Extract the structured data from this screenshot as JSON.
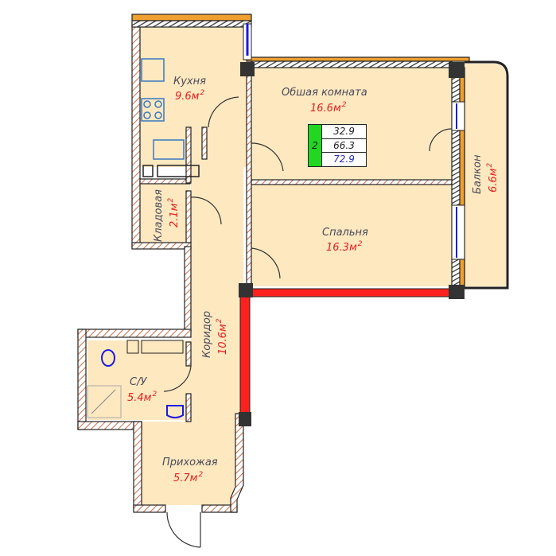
{
  "colors": {
    "floor": "#fde8c0",
    "wall_hatch": "#c87a5a",
    "wall_outline": "#222222",
    "facade_orange": "#f0a030",
    "window_blue": "#1a1ae0",
    "red_wall": "#ff2020",
    "label_text": "#4a4a5a",
    "area_text": "#e02020",
    "rooms_badge": "#22d622",
    "total_area_text": "#2a2ac0"
  },
  "rooms": {
    "kitchen": {
      "name": "Кухня",
      "area": "9.6м",
      "unit_sup": "2"
    },
    "living": {
      "name": "Обшая комната",
      "area": "16.6м",
      "unit_sup": "2"
    },
    "bedroom": {
      "name": "Спальня",
      "area": "16.3м",
      "unit_sup": "2"
    },
    "balcony": {
      "name": "Балкон",
      "area": "6.6м",
      "unit_sup": "2"
    },
    "storage": {
      "name": "Кладовая",
      "area": "2.1м",
      "unit_sup": "2"
    },
    "corridor": {
      "name": "Коридор",
      "area": "10.6м",
      "unit_sup": "2"
    },
    "bathroom": {
      "name": "С/У",
      "area": "5.4м",
      "unit_sup": "2"
    },
    "hallway": {
      "name": "Прихожая",
      "area": "5.7м",
      "unit_sup": "2"
    }
  },
  "summary": {
    "rooms_count": "2",
    "living_area": "32.9",
    "total_area": "66.3",
    "total_with_balcony": "72.9"
  }
}
